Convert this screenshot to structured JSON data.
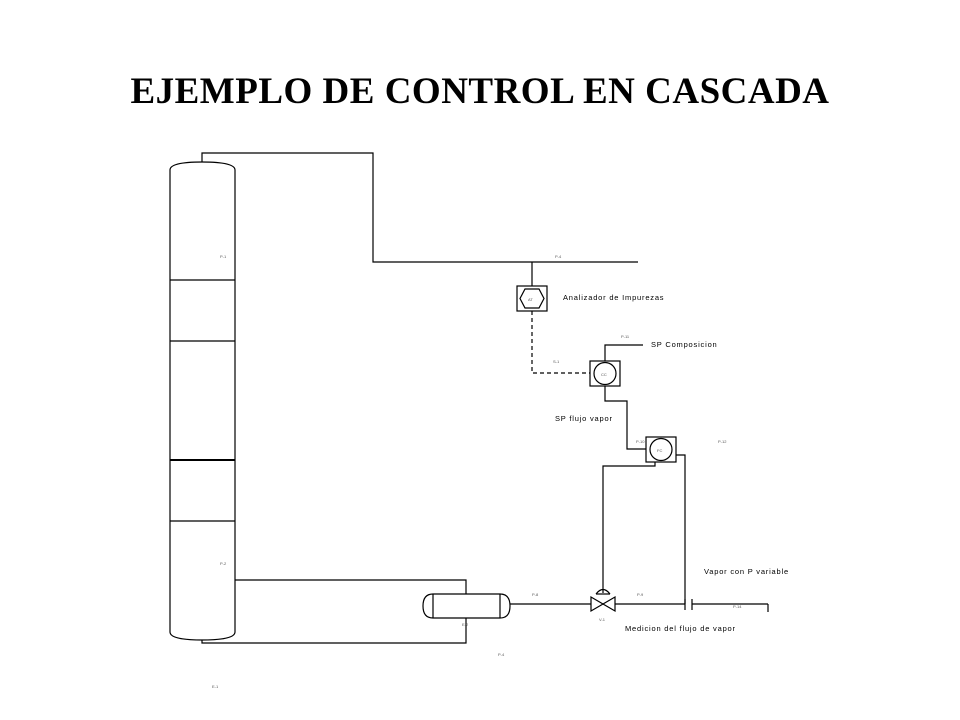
{
  "title": "EJEMPLO DE CONTROL EN CASCADA",
  "labels": {
    "analyzer": "Analizador de Impurezas",
    "sp_composition": "SP Composicion",
    "sp_steam_flow": "SP flujo vapor",
    "variable_pressure_steam": "Vapor con P variable",
    "steam_flow_measurement": "Medicion del flujo de vapor"
  },
  "tags": {
    "column_top": "P-1",
    "column_bottom": "P-2",
    "overhead_line": "P-4",
    "analyzer_tag": "AT",
    "comp_line": "P-11",
    "signal_line": "S-1",
    "comp_controller": "CC",
    "flow_line": "P-10",
    "flow_controller": "FC",
    "flow_output": "P-12",
    "reboiler_out": "P-8",
    "valve_out": "P-9",
    "steam_supply": "P-14",
    "reboiler": "E-2",
    "bottoms": "P-4",
    "valve": "V-1",
    "column": "E-1"
  },
  "colors": {
    "line": "#000000",
    "background": "#ffffff"
  }
}
